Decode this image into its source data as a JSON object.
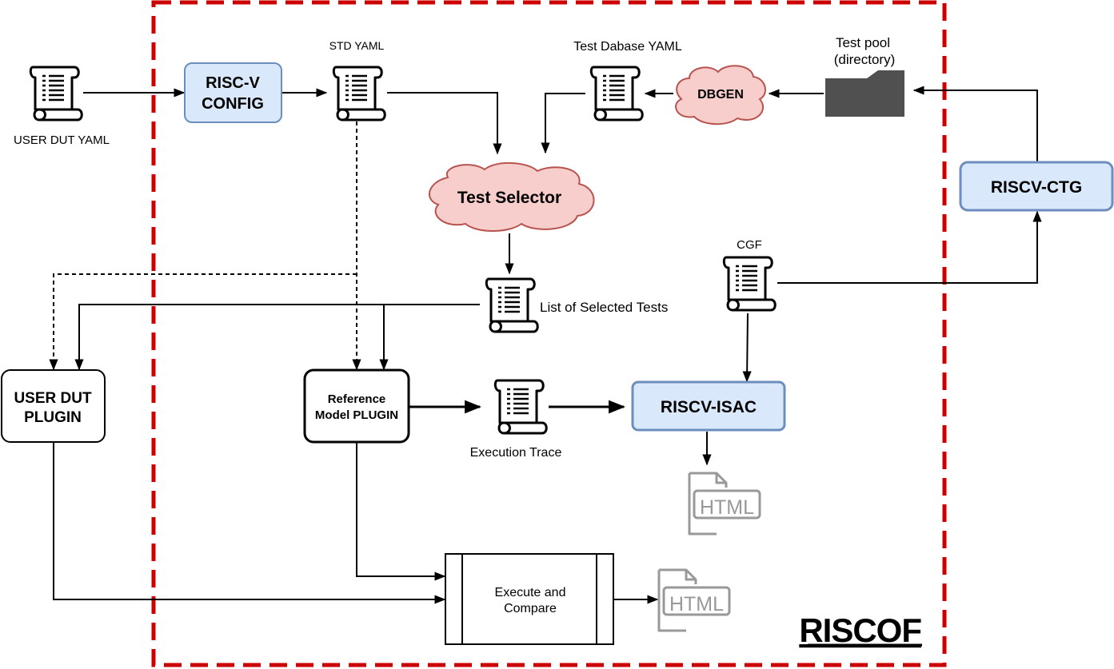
{
  "colors": {
    "boundary": "#cc0000",
    "config_fill": "#dae8fc",
    "config_stroke": "#6c8ebf",
    "cloud_fill": "#f8cecc",
    "cloud_stroke": "#b85450",
    "folder": "#505050",
    "html_icon": "#999999"
  },
  "labels": {
    "user_dut_yaml": "USER DUT YAML",
    "std_yaml": "STD YAML",
    "test_db_yaml": "Test Dabase YAML",
    "test_pool_line1": "Test pool",
    "test_pool_line2": "(directory)",
    "cgf": "CGF",
    "list_selected": "List of Selected Tests",
    "execution_trace": "Execution Trace",
    "riscof": "RISCOF"
  },
  "boxes": {
    "riscv_config_line1": "RISC-V",
    "riscv_config_line2": "CONFIG",
    "dbgen": "DBGEN",
    "test_selector": "Test Selector",
    "riscv_ctg": "RISCV-CTG",
    "user_dut_plugin_line1": "USER DUT",
    "user_dut_plugin_line2": "PLUGIN",
    "ref_plugin_line1": "Reference",
    "ref_plugin_line2": "Model PLUGIN",
    "riscv_isac": "RISCV-ISAC",
    "execute_line1": "Execute and",
    "execute_line2": "Compare"
  },
  "html_icon_text": "HTML",
  "icons": {
    "document": "scroll-document-icon",
    "folder": "folder-icon",
    "html": "html-file-icon"
  }
}
